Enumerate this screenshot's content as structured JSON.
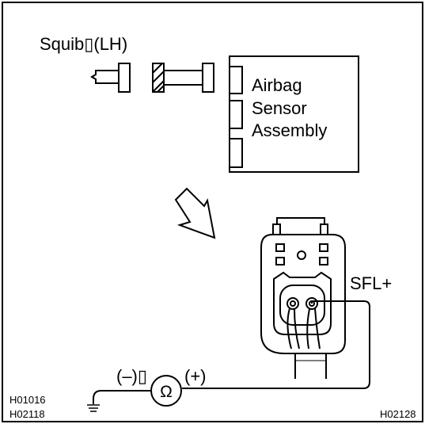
{
  "diagram": {
    "squib_label": "Squib▯(LH)",
    "sensor_lines": [
      "Airbag",
      "Sensor",
      "Assembly"
    ],
    "terminal_label": "SFL+",
    "meter": {
      "neg": "(–)▯",
      "symbol": "Ω",
      "pos": "(+)"
    },
    "codes": {
      "left_top": "H01016",
      "left_bottom": "H02118",
      "right": "H02128"
    }
  }
}
